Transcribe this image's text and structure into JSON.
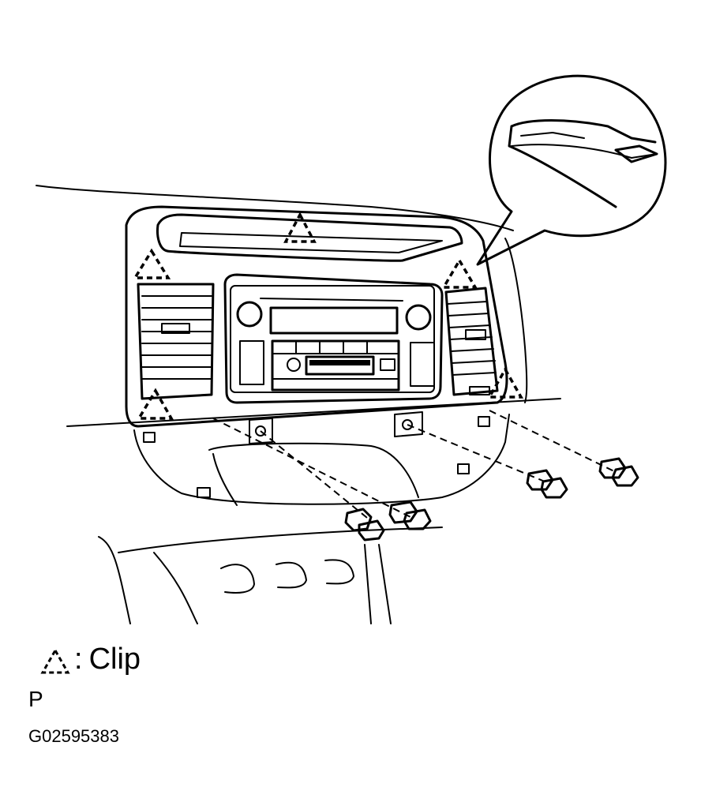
{
  "legend": {
    "symbol": "dashed-triangle-icon",
    "separator": ":",
    "label": "Clip"
  },
  "codes": {
    "view_code": "P",
    "figure_id": "G02595383"
  },
  "colors": {
    "ink": "#000000",
    "paper": "#ffffff"
  }
}
